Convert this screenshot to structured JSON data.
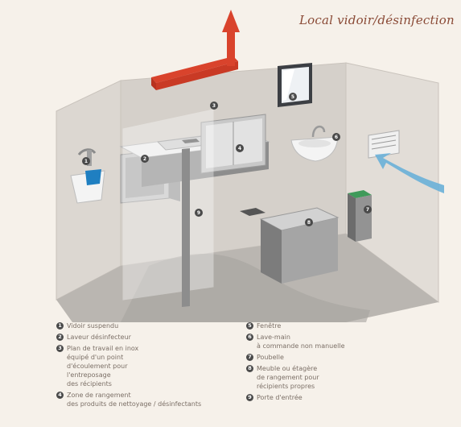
{
  "title": "Local vidoir/désinfection",
  "callouts": [
    "1",
    "2",
    "3",
    "4",
    "5",
    "6",
    "7",
    "8",
    "9"
  ],
  "legend_left": [
    {
      "num": "1",
      "text": "Vidoir suspendu"
    },
    {
      "num": "2",
      "text": "Laveur désinfecteur"
    },
    {
      "num": "3",
      "text": "Plan de travail en inox\néquipé d'un point\nd'écoulement pour\nl'entreposage\ndes récipients"
    },
    {
      "num": "4",
      "text": "Zone de rangement\ndes produits de nettoyage / désinfectants"
    }
  ],
  "legend_right": [
    {
      "num": "5",
      "text": "Fenêtre"
    },
    {
      "num": "6",
      "text": "Lave-main\nà commande non manuelle"
    },
    {
      "num": "7",
      "text": "Poubelle"
    },
    {
      "num": "8",
      "text": "Meuble ou étagère\nde rangement pour\nrécipients propres"
    },
    {
      "num": "9",
      "text": "Porte d'entrée"
    }
  ],
  "colors": {
    "background": "#f6f1ea",
    "wall": "#dcd7d1",
    "floor": "#b9b6b2",
    "duct": "#d9432c",
    "airflow": "#6ab0d8",
    "title": "#8a4a36",
    "legend_text": "#7b6f66",
    "badge": "#4a4a4a"
  }
}
